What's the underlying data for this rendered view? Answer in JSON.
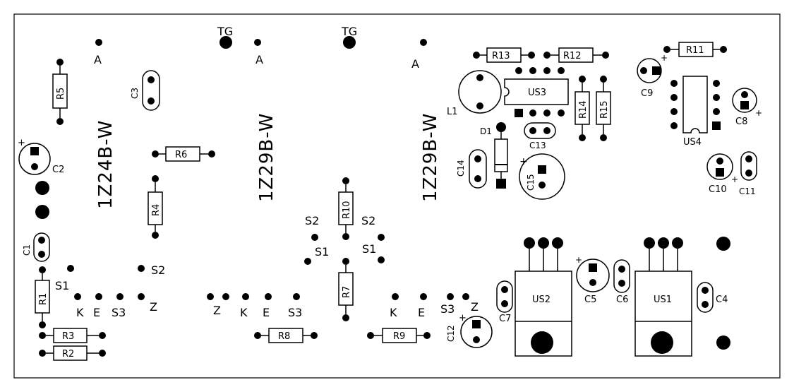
{
  "board": {
    "ic_labels": {
      "us1": "US1",
      "us2": "US2",
      "us3": "US3",
      "us4": "US4"
    },
    "resistors": {
      "r1": "R1",
      "r2": "R2",
      "r3": "R3",
      "r4": "R4",
      "r5": "R5",
      "r6": "R6",
      "r7": "R7",
      "r8": "R8",
      "r9": "R9",
      "r10": "R10",
      "r11": "R11",
      "r12": "R12",
      "r13": "R13",
      "r14": "R14",
      "r15": "R15"
    },
    "capacitors": {
      "c1": "C1",
      "c2": "C2",
      "c3": "C3",
      "c4": "C4",
      "c5": "C5",
      "c6": "C6",
      "c7": "C7",
      "c8": "C8",
      "c9": "C9",
      "c10": "C10",
      "c11": "C11",
      "c12": "C12",
      "c13": "C13",
      "c14": "C14",
      "c15": "C15"
    },
    "other": {
      "l1": "L1",
      "d1": "D1",
      "tg": "TG",
      "a": "A"
    },
    "tube_labels": {
      "t1": "1Z24B-W",
      "t2": "1Z29B-W",
      "t3": "1Z29B-W"
    },
    "pins": {
      "s1": "S1",
      "s2": "S2",
      "s3": "S3",
      "k": "K",
      "e": "E",
      "z": "Z"
    },
    "polarity_mark": "+"
  }
}
